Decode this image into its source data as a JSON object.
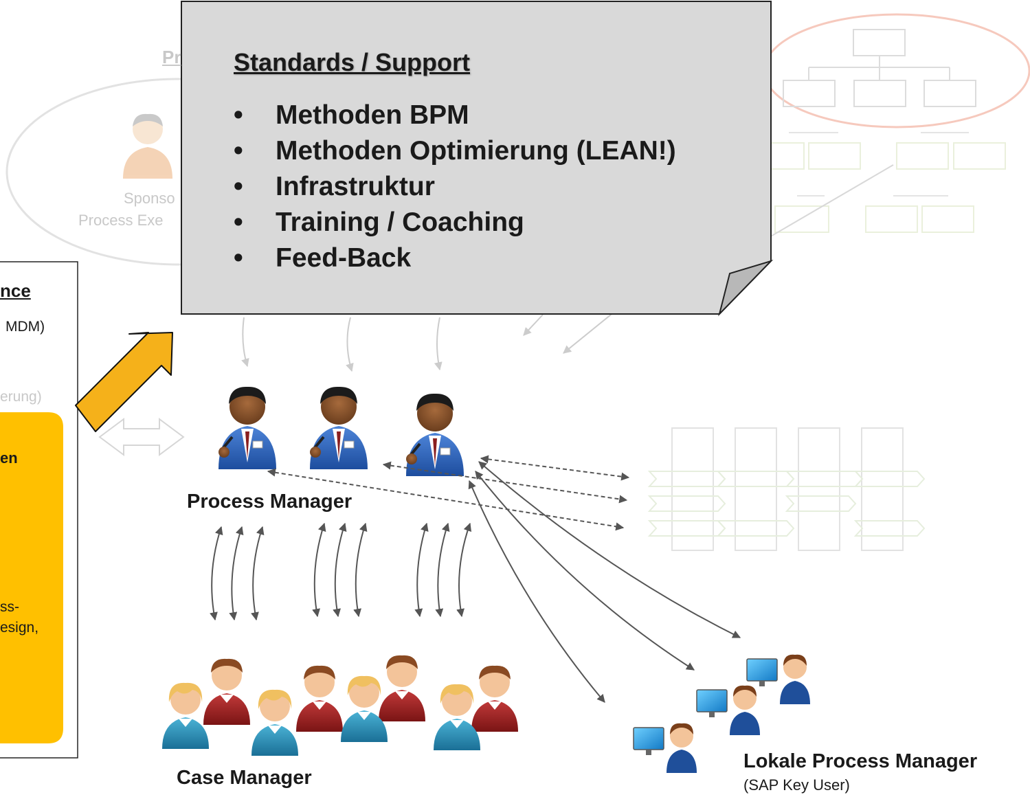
{
  "callout": {
    "title": "Standards / Support",
    "items": [
      "Methoden BPM",
      "Methoden Optimierung (LEAN!)",
      "Infrastruktur",
      "Training / Coaching",
      "Feed-Back"
    ]
  },
  "faint_group": {
    "header_partial": "Pr",
    "sponsor_partial": "Sponso",
    "exec_partial": "Process Exe"
  },
  "left_panel": {
    "heading_partial": "nce",
    "line1_partial": "MDM)",
    "line2_partial": "erung)",
    "yellow_line1": "en",
    "yellow_line2": "ss-",
    "yellow_line3": "esign,"
  },
  "roles": {
    "process_manager": "Process Manager",
    "case_manager": "Case Manager",
    "local_pm_title": "Lokale Process Manager",
    "local_pm_subtitle": "(SAP Key User)"
  },
  "colors": {
    "callout_fill": "#d9d9d9",
    "accent_yellow": "#ffc000",
    "arrow_orange": "#f5b11a",
    "faint_red": "#f3b6a6"
  }
}
